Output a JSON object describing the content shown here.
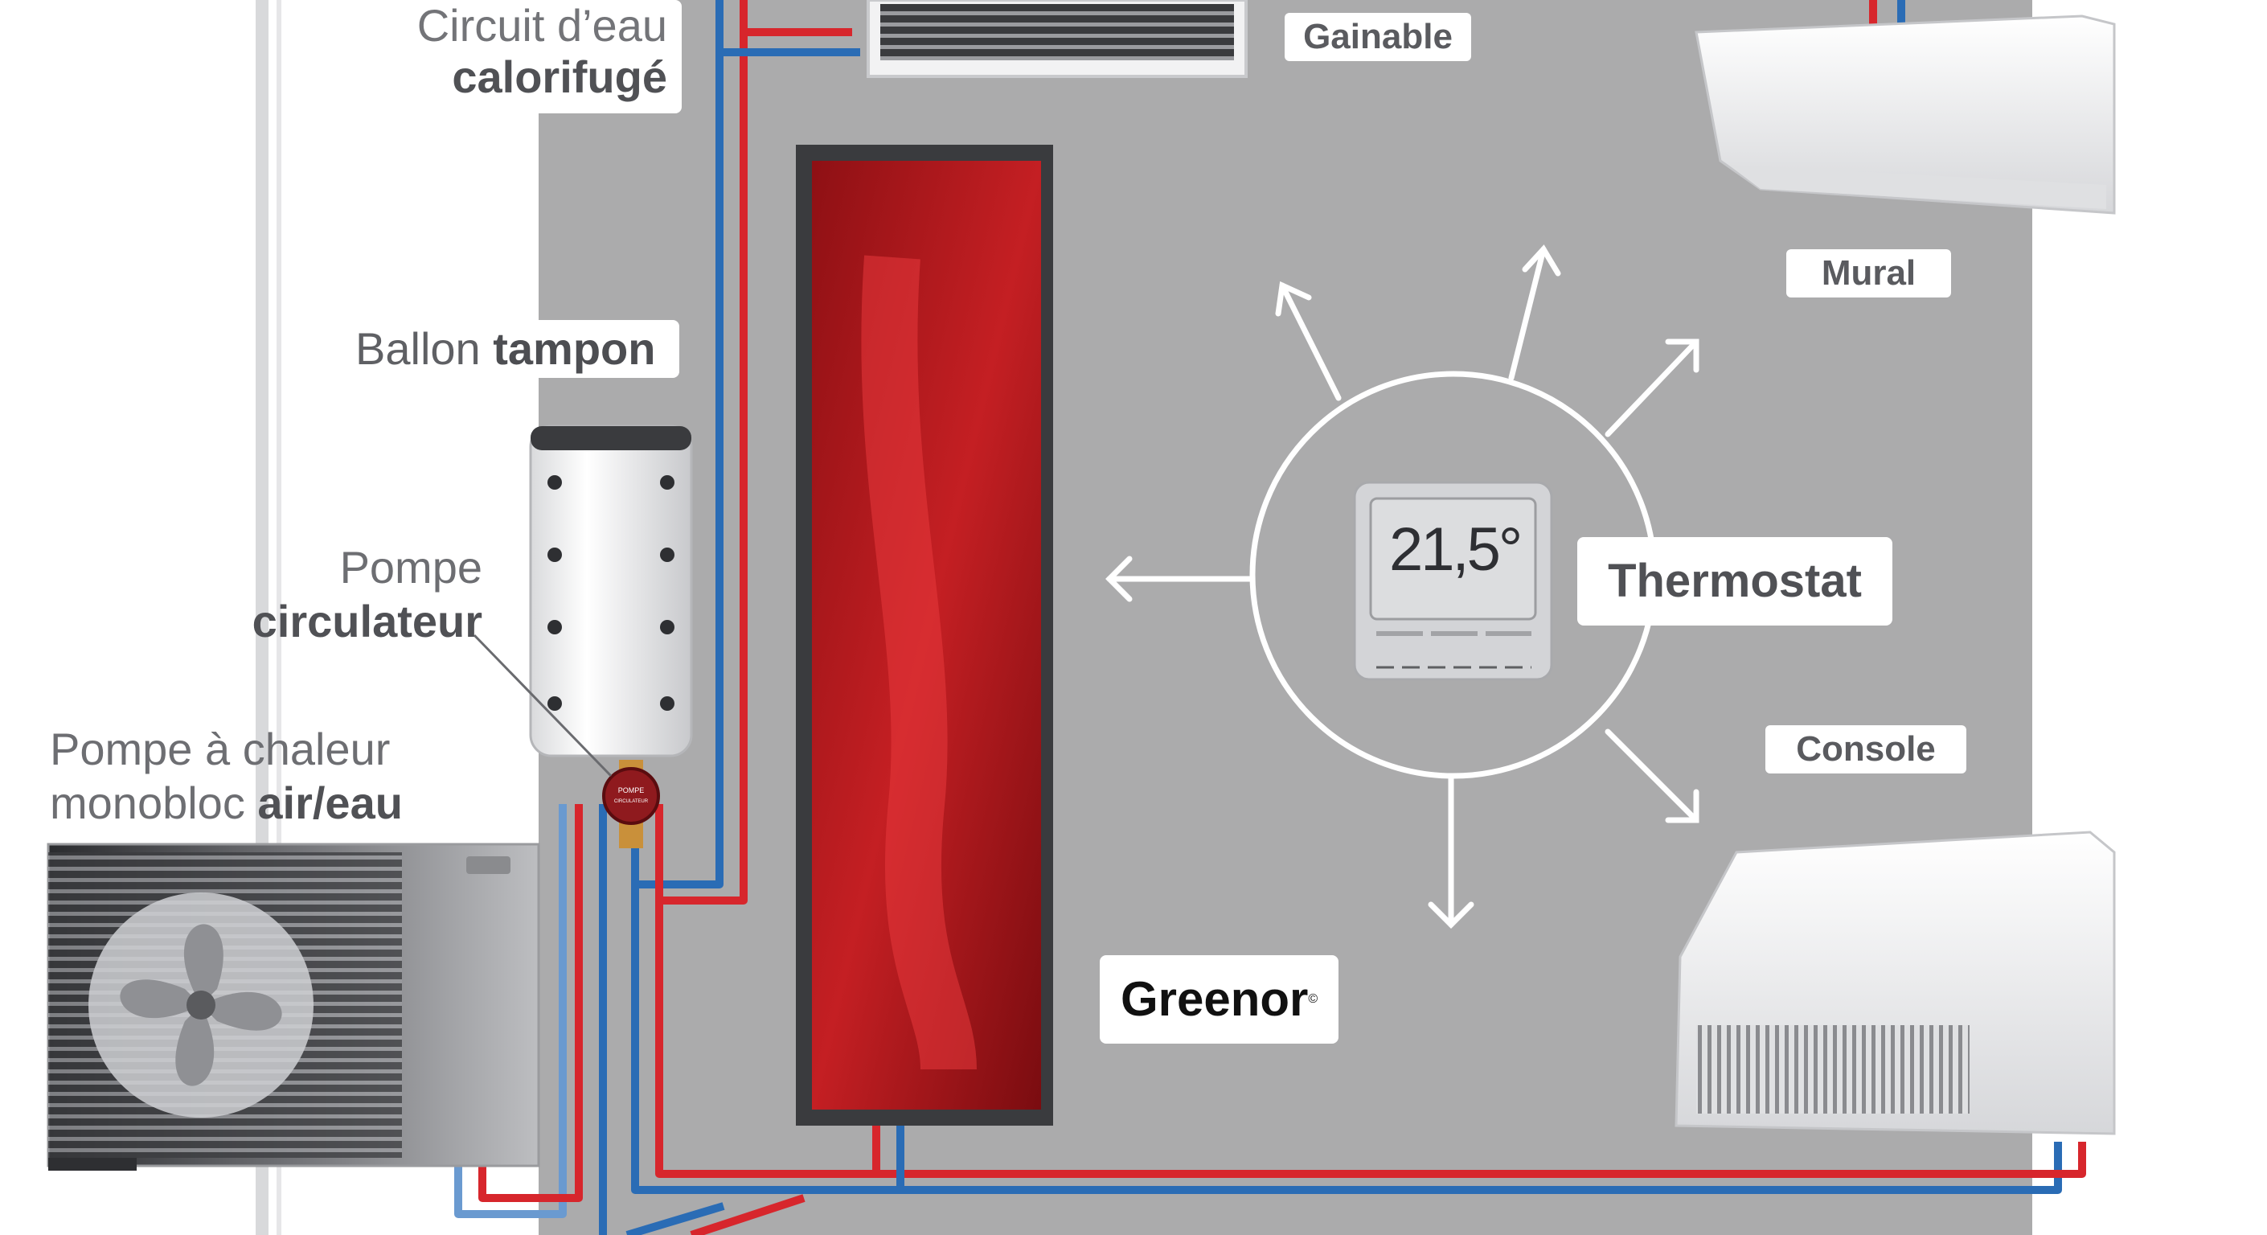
{
  "labels": {
    "circuit_line1": "Circuit d’eau",
    "circuit_line2": "calorifugé",
    "ballon_normal": "Ballon ",
    "ballon_bold": "tampon",
    "pompe_line1": "Pompe",
    "pompe_line2": "circulateur",
    "pac_line1": "Pompe à chaleur",
    "pac_line2_normal": "monobloc ",
    "pac_line2_bold": "air/eau",
    "gainable": "Gainable",
    "mural": "Mural",
    "console": "Console",
    "thermostat": "Thermostat",
    "greenor": "Greenor",
    "greenor_mark": "©",
    "pump_badge_line1": "POMPE",
    "pump_badge_line2": "CIRCULATEUR"
  },
  "thermostat_display": "21,5°",
  "colors": {
    "wall": "#ababac",
    "pipe_hot": "#d7262c",
    "pipe_cold": "#2a6cb5",
    "radiator": "#a4161a",
    "label_bg": "#ffffff",
    "arrows": "#ffffff"
  },
  "icons": [
    "fan-icon",
    "arrow-icon"
  ]
}
